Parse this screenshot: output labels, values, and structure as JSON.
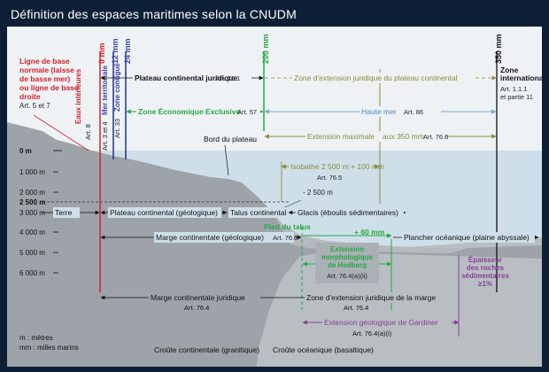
{
  "title": "Définition des espaces maritimes selon la CNUDM",
  "colors": {
    "background": "#0c1f36",
    "panel": "#eef2f5",
    "sea": "#cfdfe9",
    "land": "#9da3a8",
    "crust": "#aab0b5",
    "red": "#d2232a",
    "blue": "#3b4aa8",
    "green": "#27a844",
    "olive": "#8c8a3c",
    "black": "#111111",
    "purple": "#8a3f98",
    "lightblue": "#79a7d0"
  },
  "top_lines": {
    "mm0": "0 mm",
    "mm12": "12 mm",
    "mm24": "24 mm",
    "mm200": "200 mm",
    "mm350": "350 mm"
  },
  "baseline": {
    "l1": "Ligne de base",
    "l2": "normale (laisse",
    "l3": "de basse mer)",
    "l4": "ou ligne de base",
    "l5": "droite",
    "art": "Art. 5 et 7"
  },
  "vertical_labels": {
    "eaux_interieures": "Eaux intérieures",
    "art8": "Art. 8",
    "mer_territoriale": "Mer territoriale",
    "art3_4": "Art. 3 et 4",
    "zone_contigue": "Zone contiguë",
    "art33": "Art. 33"
  },
  "zones": {
    "plateau_juridique": "Plateau continental juridique",
    "plateau_juridique_art": "Art. 76.1",
    "extension_plateau": "Zone d'extension juridique du plateau continental",
    "zee": "Zone Économique Exclusive",
    "zee_art": "Art. 57",
    "haute_mer": "Haute  mer",
    "haute_mer_art": "Art. 86",
    "zone_internationale_1": "Zone",
    "zone_internationale_2": "internationale",
    "zone_internationale_art1": "Art. 1.1.1",
    "zone_internationale_art2": "et partie 11",
    "bord_plateau": "Bord du plateau",
    "extension_maximale": "Extension maximale",
    "extension_maximale_2": "aux 350 mm",
    "extension_maximale_art": "Art. 76.6",
    "isobathe": "Isobathe 2 500 m + 100 mm",
    "isobathe_art": "Art. 76.5",
    "minus2500": "- 2 500 m",
    "terre": "Terre",
    "plateau_geo": "Plateau continental (géologique)",
    "talus": "Talus continental",
    "glacis": "Glacis (éboulis sédimentaires)",
    "pied_talus": "Pied du talus",
    "plus60": "+ 60 mm",
    "marge_geo": "Marge continentale (géologique)",
    "marge_geo_art": "Art. 76.3",
    "plancher": "Plancher océanique (plaine abyssale)",
    "hedberg_1": "Extension",
    "hedberg_2": "morphologique",
    "hedberg_3": "de Hedberg",
    "hedberg_art": "Art. 76.4(a)(ii)",
    "epaisseur_1": "Épaisseur",
    "epaisseur_2": "des roches",
    "epaisseur_3": "sédimentaires",
    "epaisseur_4": "≥1%",
    "marge_juridique": "Marge continentale juridique",
    "marge_juridique_art": "Art. 76.4",
    "zone_ext_marge": "Zone d'extension juridique de la marge",
    "zone_ext_marge_art": "Art. 76.4",
    "gardiner": "Extension géologique de Gardiner",
    "gardiner_art": "Art. 76.4(a)(i)",
    "croute_continentale": "Croûte continentale (granitique)",
    "croute_oceanique": "Croûte océanique (basaltique)"
  },
  "depth_labels": [
    "0 m",
    "1 000 m",
    "2 000 m",
    "2 500 m",
    "3 000 m",
    "4 000 m",
    "5 000 m",
    "6 000 m"
  ],
  "legend": {
    "m": "m : mètres",
    "mm": "mm : milles marins"
  }
}
